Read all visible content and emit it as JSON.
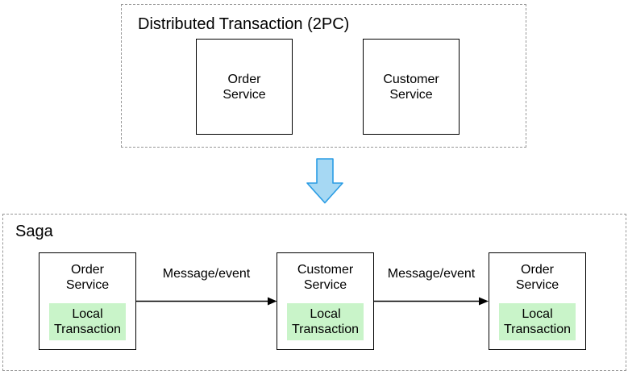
{
  "top_section": {
    "title": "Distributed Transaction (2PC)",
    "boxes": [
      {
        "label": "Order\nService"
      },
      {
        "label": "Customer\nService"
      }
    ]
  },
  "transform": {
    "icon": "down-arrow-icon"
  },
  "saga_section": {
    "title": "Saga",
    "nodes": [
      {
        "service": "Order\nService",
        "local": "Local\nTransaction"
      },
      {
        "service": "Customer\nService",
        "local": "Local\nTransaction"
      },
      {
        "service": "Order\nService",
        "local": "Local\nTransaction"
      }
    ],
    "edges": [
      {
        "label": "Message/event"
      },
      {
        "label": "Message/event"
      }
    ]
  },
  "colors": {
    "dashed_container_border": "#979797",
    "service_box_border": "#000000",
    "service_box_fill": "#ffffff",
    "local_transaction_fill": "#c9f4c9",
    "down_arrow_fill": "#a6d8f3",
    "down_arrow_stroke": "#2a9ce4",
    "connector": "#000000",
    "text": "#000000"
  }
}
